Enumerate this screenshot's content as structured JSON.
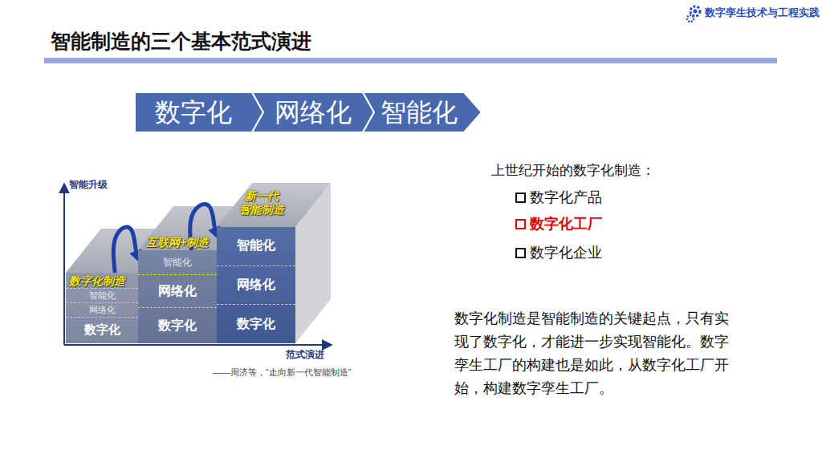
{
  "diagram": {
    "title": "智能制造的三个基本范式演进",
    "nodes": [
      {
        "text": [
          "数字化"
        ]
      },
      {
        "text": [
          "网络化"
        ]
      },
      {
        "text": [
          "智能化"
        ]
      },
      {
        "text": [
          "数字化制造",
          "智能化",
          "网络化",
          "数字化"
        ]
      },
      {
        "text": [
          "互联网+制造",
          "智能化",
          "网络化",
          "数字化"
        ]
      },
      {
        "text": [
          "新一代 智能制造",
          "智能化",
          "网络化",
          "数字化"
        ]
      }
    ],
    "edges": [
      {
        "from": 3,
        "to": 4,
        "arrow": "to"
      },
      {
        "from": 4,
        "to": 5,
        "arrow": "to"
      }
    ],
    "labels": [
      "数字孪生技术与工程实践",
      "智能升级",
      "范式演进",
      "——周济等，“走向新一代智能制造”",
      "上世纪开始的数字化制造：",
      "数字化产品",
      "数字化工厂",
      "数字化企业",
      "数字化制造是智能制造的关键起点，只有实现了数字化，才能进一步实现智能化。数字孪生工厂的构建也是如此，从数字化工厂开始，构建数字孪生工厂。"
    ]
  }
}
